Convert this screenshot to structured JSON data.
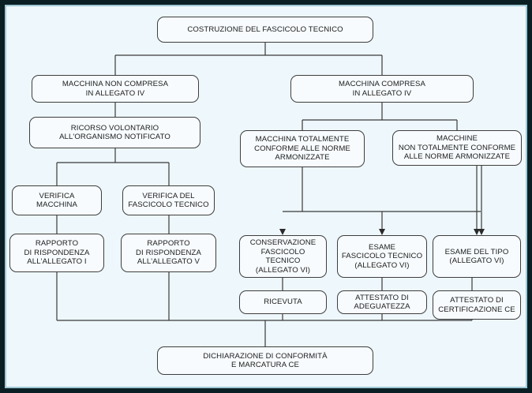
{
  "diagram": {
    "title": "COSTRUZIONE DEL FASCICOLO TECNICO",
    "non_compresa": "MACCHINA NON COMPRESA\nIN ALLEGATO IV",
    "compresa": "MACCHINA COMPRESA\nIN ALLEGATO IV",
    "ricorso": "RICORSO VOLONTARIO\nALL'ORGANISMO NOTIFICATO",
    "totalmente_conforme": "MACCHINA TOTALMENTE\nCONFORME ALLE NORME\nARMONIZZATE",
    "non_totalmente_conforme": "MACCHINE\nNON TOTALMENTE CONFORME\nALLE NORME ARMONIZZATE",
    "verifica_macchina": "VERIFICA\nMACCHINA",
    "verifica_fascicolo": "VERIFICA DEL\nFASCICOLO TECNICO",
    "rapporto_i": "RAPPORTO\nDI RISPONDENZA\nALL'ALLEGATO I",
    "rapporto_v": "RAPPORTO\nDI RISPONDENZA\nALL'ALLEGATO V",
    "conservazione": "CONSERVAZIONE\nFASCICOLO TECNICO\n(ALLEGATO VI)",
    "esame_fascicolo": "ESAME\nFASCICOLO TECNICO\n(ALLEGATO VI)",
    "esame_tipo": "ESAME DEL TIPO\n(ALLEGATO VI)",
    "ricevuta": "RICEVUTA",
    "attestato_adeguatezza": "ATTESTATO DI\nADEGUATEZZA",
    "attestato_certificazione": "ATTESTATO DI\nCERTIFICAZIONE CE",
    "dichiarazione": "DICHIARAZIONE DI CONFORMITÀ\nE MARCATURA CE"
  }
}
